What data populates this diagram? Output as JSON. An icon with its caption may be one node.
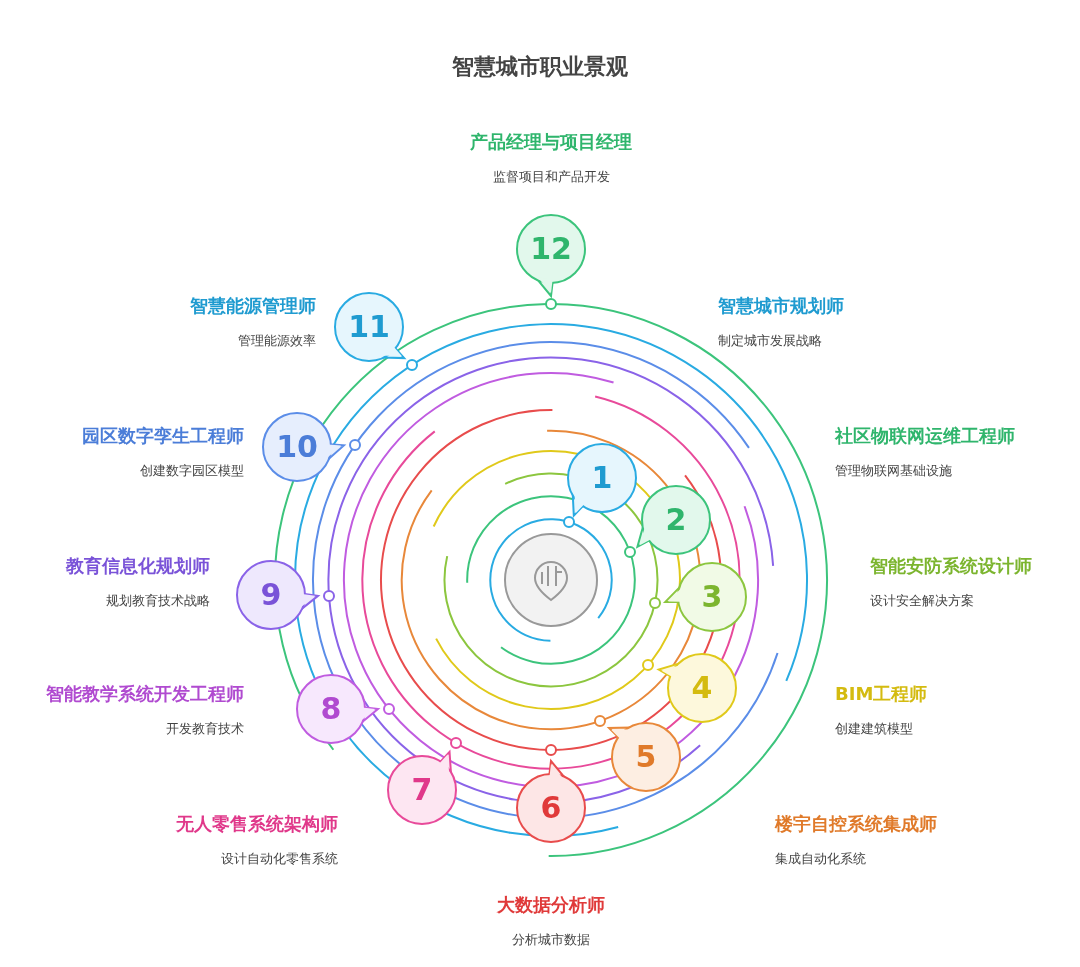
{
  "diagram": {
    "title": "智慧城市职业景观",
    "nodes": [
      {
        "text": [
          "1"
        ],
        "beside": [
          "智慧城市规划师",
          "制定城市发展战略"
        ]
      },
      {
        "text": [
          "2"
        ],
        "beside": [
          "社区物联网运维工程师",
          "管理物联网基础设施"
        ]
      },
      {
        "text": [
          "3"
        ],
        "beside": [
          "智能安防系统设计师",
          "设计安全解决方案"
        ]
      },
      {
        "text": [
          "4"
        ],
        "beside": [
          "BIM工程师",
          "创建建筑模型"
        ]
      },
      {
        "text": [
          "5"
        ],
        "beside": [
          "楼宇自控系统集成师",
          "集成自动化系统"
        ]
      },
      {
        "text": [
          "6"
        ],
        "beside": [
          "大数据分析师",
          "分析城市数据"
        ]
      },
      {
        "text": [
          "7"
        ],
        "beside": [
          "无人零售系统架构师",
          "设计自动化零售系统"
        ]
      },
      {
        "text": [
          "8"
        ],
        "beside": [
          "智能教学系统开发工程师",
          "开发教育技术"
        ]
      },
      {
        "text": [
          "9"
        ],
        "beside": [
          "教育信息化规划师",
          "规划教育技术战略"
        ]
      },
      {
        "text": [
          "10"
        ],
        "beside": [
          "园区数字孪生工程师",
          "创建数字园区模型"
        ]
      },
      {
        "text": [
          "11"
        ],
        "beside": [
          "智慧能源管理师",
          "管理能源效率"
        ]
      },
      {
        "text": [
          "12"
        ],
        "beside": [
          "产品经理与项目经理",
          "监督项目和产品开发"
        ]
      }
    ]
  }
}
